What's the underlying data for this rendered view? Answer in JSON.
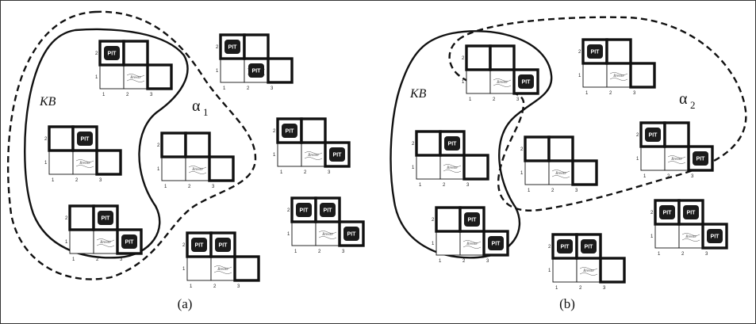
{
  "panels": [
    {
      "caption": "(a)",
      "kb_label": "KB",
      "alpha_symbol": "α",
      "alpha_sub": "1",
      "worlds": [
        {
          "pits": [
            "1,2"
          ],
          "breeze": "Breeze"
        },
        {
          "pits": [
            "1,2",
            "2,1"
          ],
          "breeze": "Breeze"
        },
        {
          "pits": [
            "2,2"
          ],
          "breeze": "Breeze"
        },
        {
          "pits": [],
          "breeze": "Breeze"
        },
        {
          "pits": [
            "1,2",
            "3,1"
          ],
          "breeze": "Breeze"
        },
        {
          "pits": [
            "2,2",
            "3,1"
          ],
          "breeze": "Breeze"
        },
        {
          "pits": [
            "1,2",
            "2,2"
          ],
          "breeze": "Breeze"
        },
        {
          "pits": [
            "1,2",
            "2,2",
            "3,1"
          ],
          "breeze": "Breeze"
        }
      ]
    },
    {
      "caption": "(b)",
      "kb_label": "KB",
      "alpha_symbol": "α",
      "alpha_sub": "2",
      "worlds": [
        {
          "pits": [
            "3,1"
          ],
          "breeze": "Breeze"
        },
        {
          "pits": [
            "1,2"
          ],
          "breeze": "Breeze"
        },
        {
          "pits": [
            "2,2"
          ],
          "breeze": "Breeze"
        },
        {
          "pits": [],
          "breeze": "Breeze"
        },
        {
          "pits": [
            "1,2",
            "3,1"
          ],
          "breeze": "Breeze"
        },
        {
          "pits": [
            "2,2",
            "3,1"
          ],
          "breeze": "Breeze"
        },
        {
          "pits": [
            "1,2",
            "2,2"
          ],
          "breeze": "Breeze"
        },
        {
          "pits": [
            "1,2",
            "2,2",
            "3,1"
          ],
          "breeze": "Breeze"
        }
      ]
    }
  ],
  "pit_label": "PIT",
  "axis_ticks": {
    "x": [
      "1",
      "2",
      "3"
    ],
    "y": [
      "1",
      "2"
    ]
  }
}
